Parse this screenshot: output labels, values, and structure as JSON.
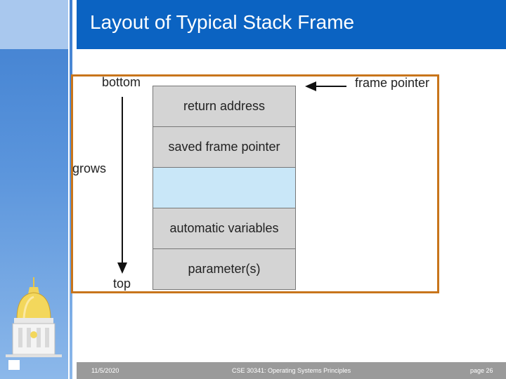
{
  "slide": {
    "title": "Layout of Typical Stack Frame"
  },
  "diagram": {
    "label_bottom": "bottom",
    "label_top": "top",
    "label_grows": "grows",
    "label_frame_pointer": "frame pointer",
    "cells": [
      {
        "text": "return address",
        "highlight": false
      },
      {
        "text": "saved frame pointer",
        "highlight": false
      },
      {
        "text": "",
        "highlight": true
      },
      {
        "text": "automatic variables",
        "highlight": false
      },
      {
        "text": "parameter(s)",
        "highlight": false
      }
    ]
  },
  "footer": {
    "date": "11/5/2020",
    "course": "CSE 30341: Operating Systems Principles",
    "page": "page 26"
  },
  "colors": {
    "header": "#0b63c2",
    "frame_border": "#c8751b",
    "cell": "#d4d4d4",
    "highlight_cell": "#c9e7f8"
  },
  "icons": [
    "golden-dome-logo",
    "arrow-left-icon",
    "arrow-down-icon"
  ]
}
